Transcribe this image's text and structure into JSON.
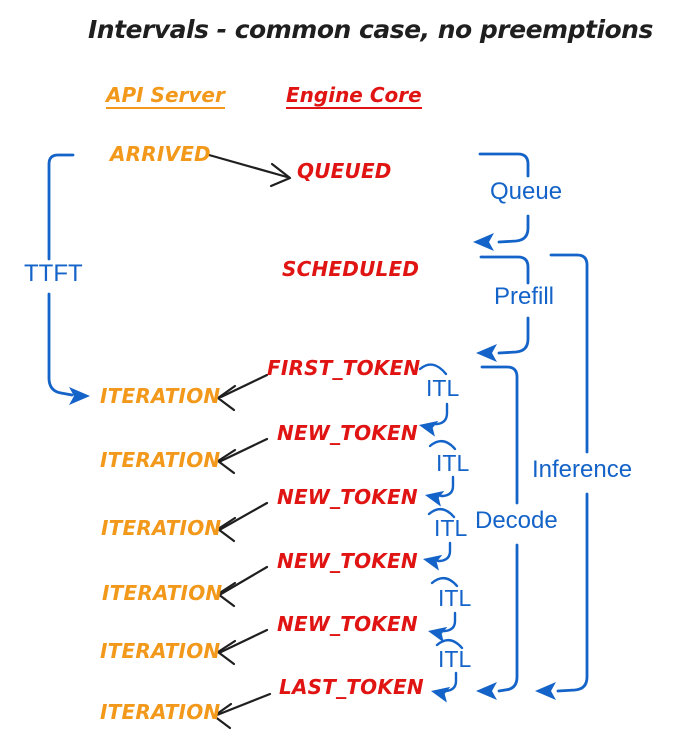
{
  "title": "Intervals - common case, no preemptions",
  "columns": {
    "api_server": "API Server",
    "engine_core": "Engine Core"
  },
  "api_events": [
    "ARRIVED",
    "ITERATION",
    "ITERATION",
    "ITERATION",
    "ITERATION",
    "ITERATION",
    "ITERATION"
  ],
  "engine_events": [
    "QUEUED",
    "SCHEDULED",
    "FIRST_TOKEN",
    "NEW_TOKEN",
    "NEW_TOKEN",
    "NEW_TOKEN",
    "NEW_TOKEN",
    "LAST_TOKEN"
  ],
  "intervals": {
    "ttft": "TTFT",
    "queue": "Queue",
    "prefill": "Prefill",
    "itl": "ITL",
    "decode": "Decode",
    "inference": "Inference"
  },
  "colors": {
    "orange": "#F2991B",
    "red": "#E01412",
    "blue": "#1463C8",
    "ink": "#1F1F1F"
  }
}
